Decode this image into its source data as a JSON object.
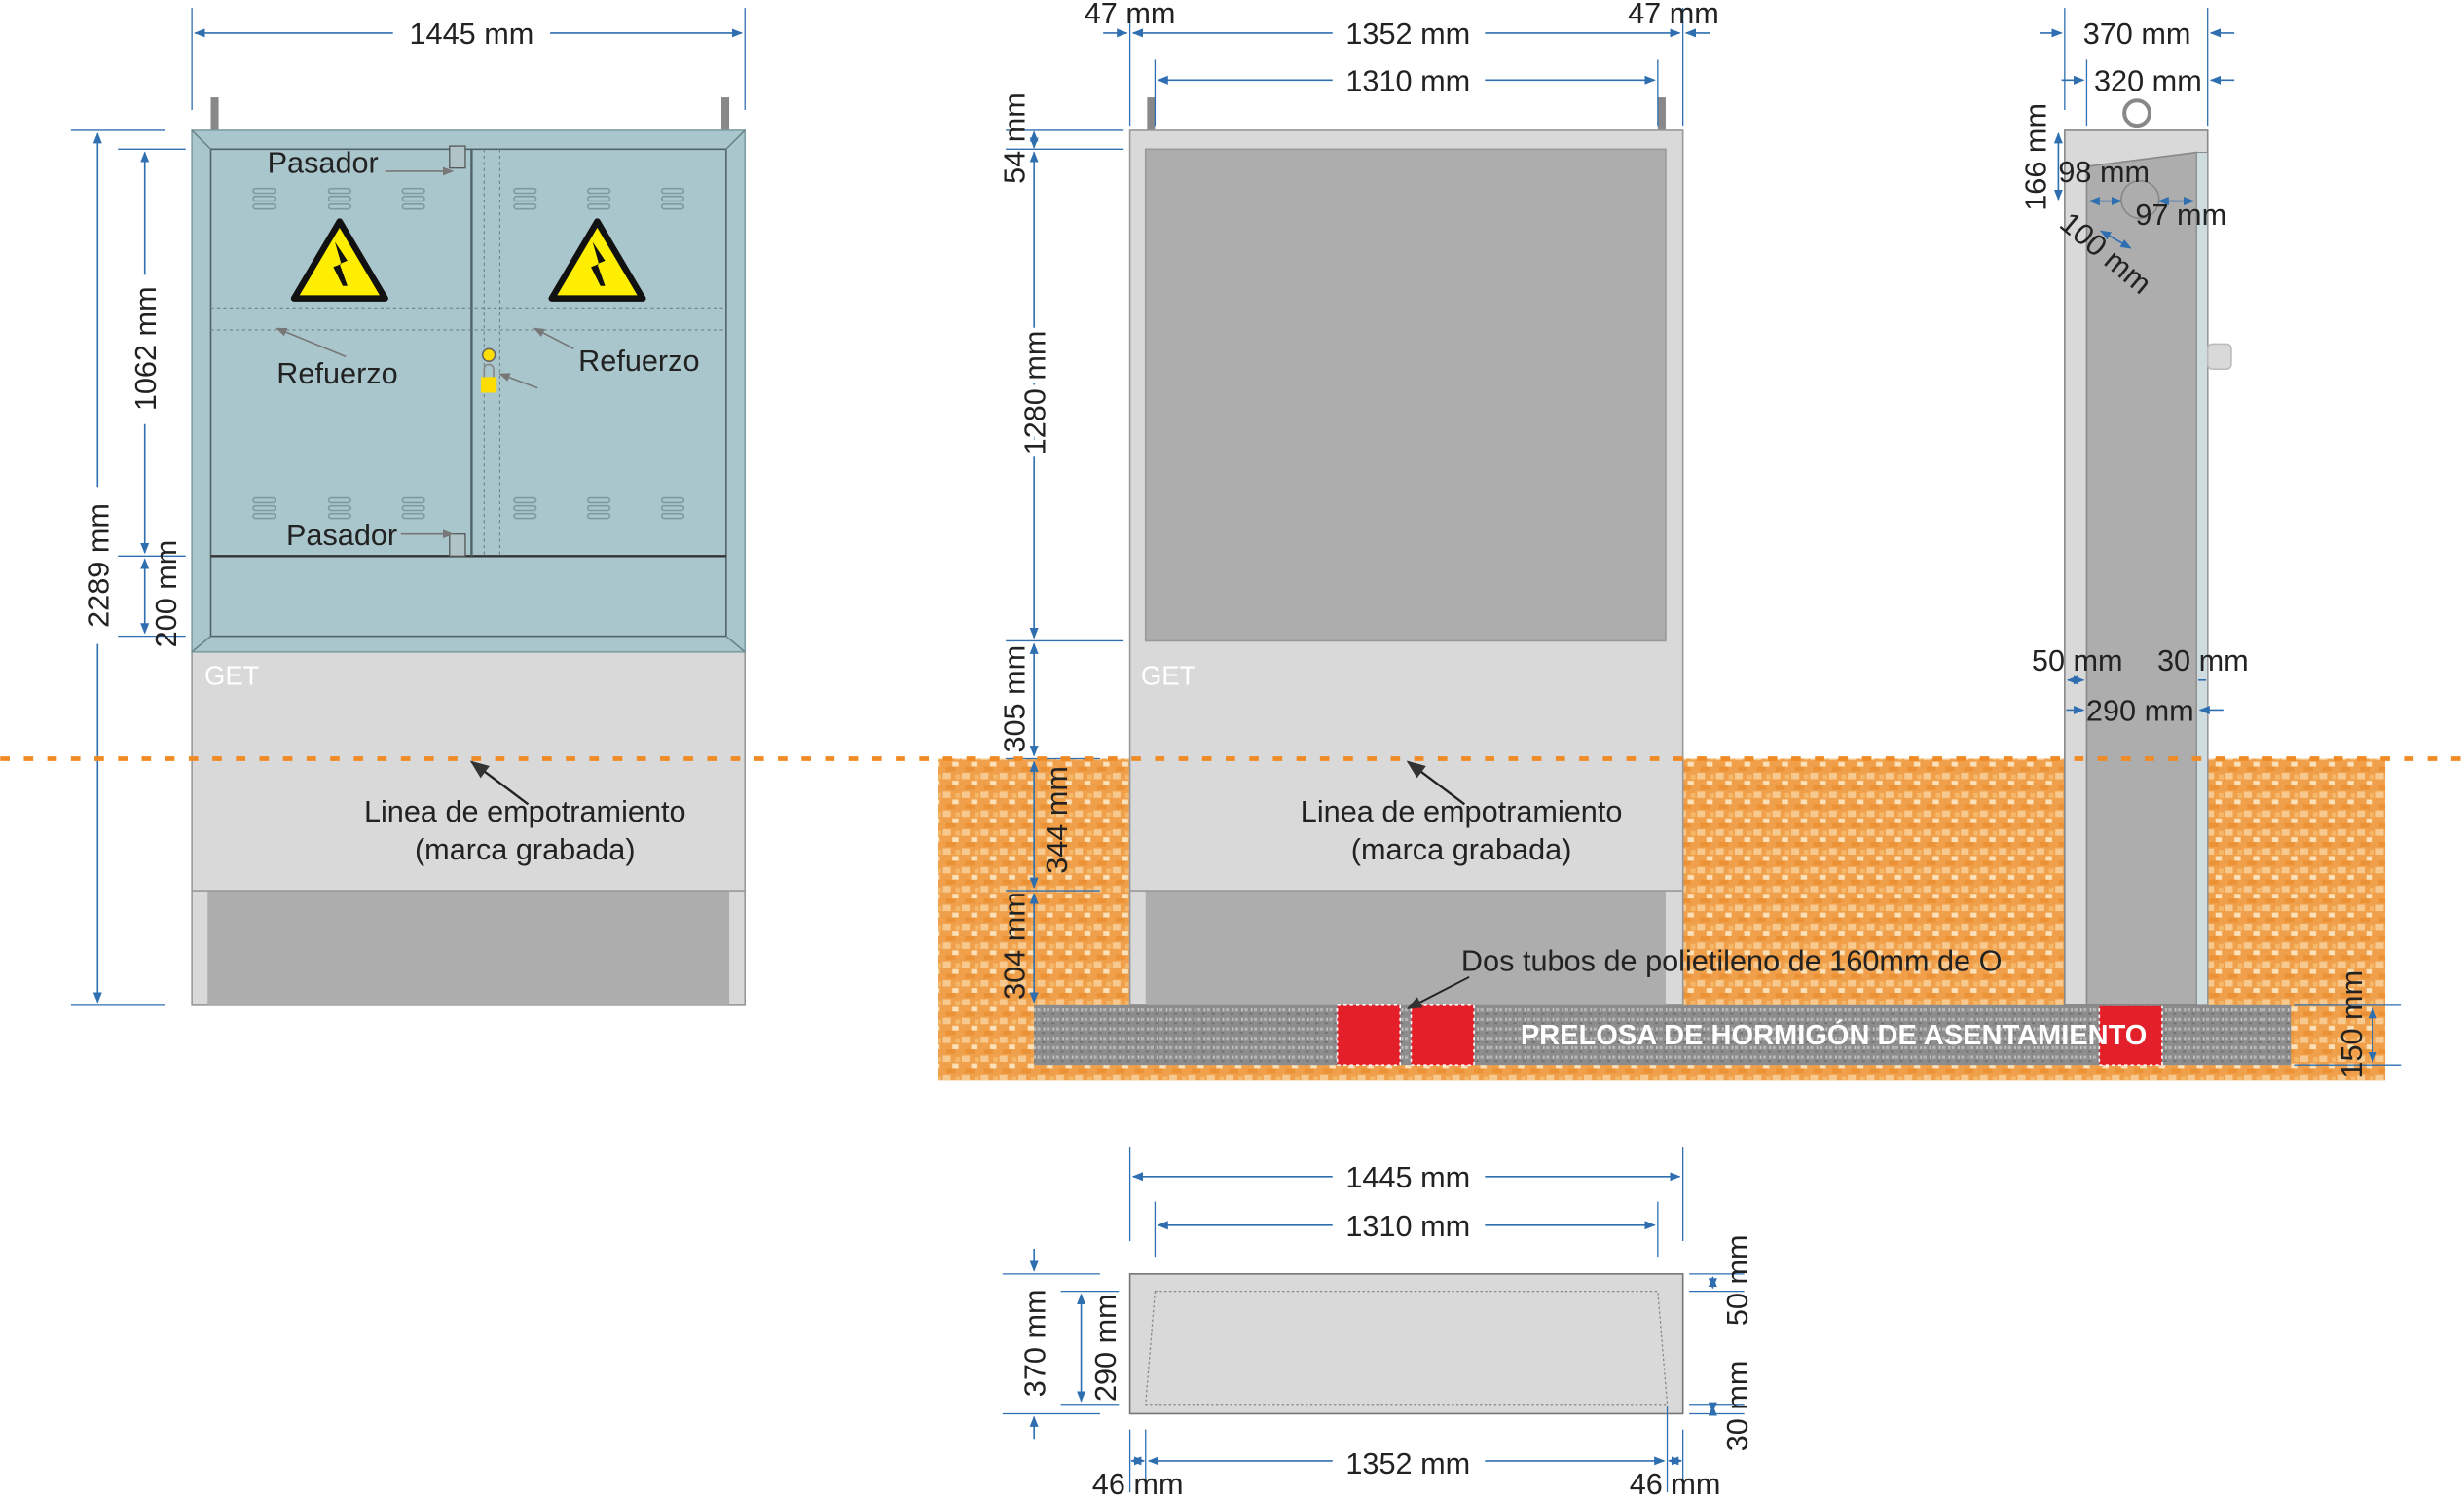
{
  "colors": {
    "door": "#a9c6cc",
    "body": "#d9d9d9",
    "inner": "#adadad",
    "soil": "#f0a04a",
    "slab": "#8f8f8f",
    "tube": "#e3202a",
    "dim": "#2f6fb0",
    "ground_line": "#f08a24"
  },
  "front_view": {
    "brand": "GET",
    "labels": {
      "pasador_top": "Pasador",
      "pasador_bottom": "Pasador",
      "refuerzo_left": "Refuerzo",
      "refuerzo_right": "Refuerzo",
      "linea1": "Linea de empotramiento",
      "linea2": "(marca grabada)"
    },
    "dims": {
      "width": "1445 mm",
      "total_height": "2289 mm",
      "door_height": "1062 mm",
      "base_panel": "200 mm"
    },
    "icons": [
      "high-voltage-warning-icon",
      "padlock-icon"
    ]
  },
  "section_view": {
    "brand": "GET",
    "labels": {
      "linea1": "Linea de empotramiento",
      "linea2": "(marca grabada)",
      "tubes": "Dos tubos de polietileno de 160mm de O",
      "slab": "PRELOSA DE HORMIGÓN DE ASENTAMIENTO"
    },
    "dims": {
      "left_wall": "47 mm",
      "inner_width": "1352 mm",
      "right_wall": "47 mm",
      "opening": "1310 mm",
      "top": "54 mm",
      "cavity": "1280 mm",
      "above_ground": "305 mm",
      "buried": "344 mm",
      "bottom": "304 mm",
      "slab": "150 mm"
    }
  },
  "side_view": {
    "dims": {
      "depth": "370 mm",
      "inner_depth": "320 mm",
      "top": "166 mm",
      "hole_left": "98 mm",
      "hole_right": "97 mm",
      "hole_diameter": "100 mm",
      "wall_front": "50 mm",
      "wall_back": "30 mm",
      "cavity": "290 mm"
    }
  },
  "plan_view": {
    "dims": {
      "width": "1445 mm",
      "opening": "1310 mm",
      "depth": "370 mm",
      "inner_depth": "290 mm",
      "front": "50 mm",
      "back": "30 mm",
      "inner_width": "1352 mm",
      "left": "46 mm",
      "right": "46 mm"
    }
  }
}
